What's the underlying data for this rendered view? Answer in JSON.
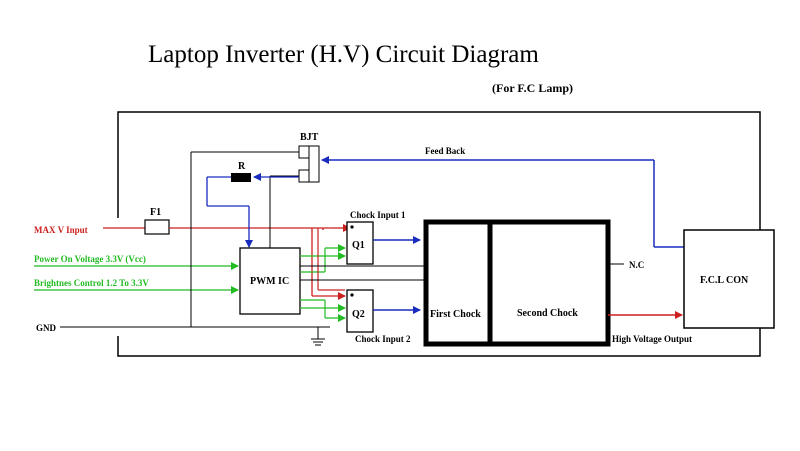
{
  "title": "Laptop Inverter (H.V) Circuit Diagram",
  "subtitle": "(For F.C Lamp)",
  "inputs": {
    "max_v": "MAX V Input",
    "power_on": "Power On Voltage  3.3V (Vcc)",
    "brightness": "Brightnes Control  1.2 To 3.3V",
    "gnd": "GND"
  },
  "components": {
    "bjt": "BJT",
    "resistor": "R",
    "fuse": "F1",
    "pwm": "PWM IC",
    "q1": "Q1",
    "q2": "Q2",
    "first_choke": "First Chock",
    "second_choke": "Second Chock",
    "fcl": "F.C.L CON"
  },
  "labels": {
    "feedback": "Feed Back",
    "choke_in1": "Chock Input 1",
    "choke_in2": "Chock Input 2",
    "nc": "N.C",
    "hv_out": "High Voltage Output"
  },
  "colors": {
    "red": "#cc2020",
    "green": "#22bb22",
    "blue": "#1a2bbf",
    "black": "#000000"
  }
}
